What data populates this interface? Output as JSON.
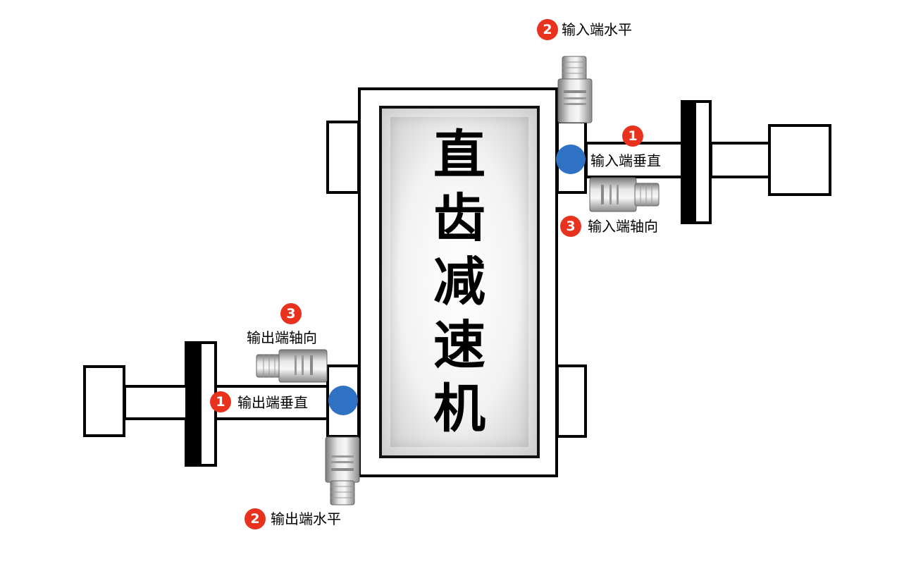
{
  "gearbox": {
    "title_chars": [
      "直",
      "齿",
      "减",
      "速",
      "机"
    ]
  },
  "input_side": {
    "vertical": {
      "badge": "1",
      "label": "输入端垂直"
    },
    "horizontal": {
      "badge": "2",
      "label": "输入端水平"
    },
    "axial": {
      "badge": "3",
      "label": "输入端轴向"
    }
  },
  "output_side": {
    "vertical": {
      "badge": "1",
      "label": "输出端垂直"
    },
    "horizontal": {
      "badge": "2",
      "label": "输出端水平"
    },
    "axial": {
      "badge": "3",
      "label": "输出端轴向"
    }
  },
  "colors": {
    "badge": "#e8321e",
    "measure_point": "#2f72c4",
    "outline": "#000000"
  },
  "icons": {
    "sensor": "accelerometer-sensor-icon",
    "measure_point": "measure-point-dot"
  }
}
